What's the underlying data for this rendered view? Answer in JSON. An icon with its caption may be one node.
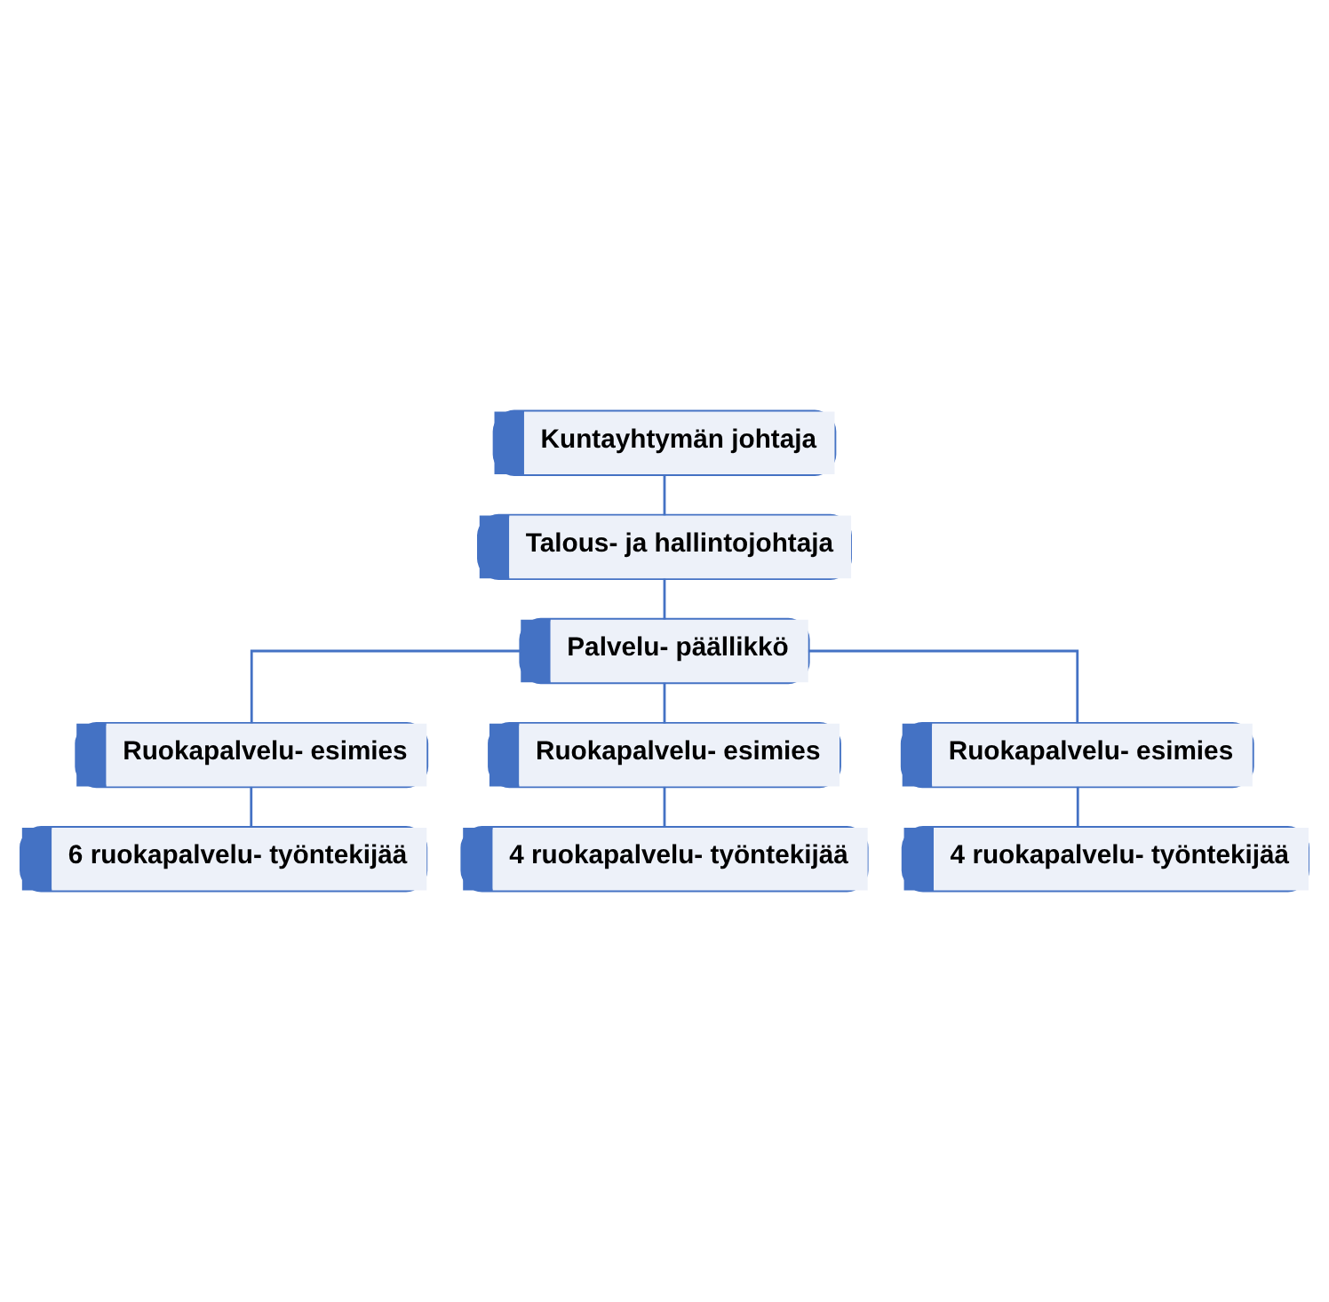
{
  "diagram": {
    "nodes": [
      {
        "text": [
          "Kuntayhtymän johtaja"
        ]
      },
      {
        "text": [
          "Talous- ja hallintojohtaja"
        ]
      },
      {
        "text": [
          "Palvelu- päällikkö"
        ]
      },
      {
        "text": [
          "Ruokapalvelu- esimies"
        ]
      },
      {
        "text": [
          "Ruokapalvelu- esimies"
        ]
      },
      {
        "text": [
          "Ruokapalvelu- esimies"
        ]
      },
      {
        "text": [
          "6 ruokapalvelu- työntekijää"
        ]
      },
      {
        "text": [
          "4 ruokapalvelu- työntekijää"
        ]
      },
      {
        "text": [
          "4 ruokapalvelu- työntekijää"
        ]
      }
    ],
    "edges": [
      {
        "from": 0,
        "to": 1,
        "arrow": "none"
      },
      {
        "from": 1,
        "to": 2,
        "arrow": "none"
      },
      {
        "from": 2,
        "to": 3,
        "arrow": "none"
      },
      {
        "from": 2,
        "to": 4,
        "arrow": "none"
      },
      {
        "from": 2,
        "to": 5,
        "arrow": "none"
      },
      {
        "from": 3,
        "to": 6,
        "arrow": "none"
      },
      {
        "from": 4,
        "to": 7,
        "arrow": "none"
      },
      {
        "from": 5,
        "to": 8,
        "arrow": "none"
      }
    ]
  }
}
